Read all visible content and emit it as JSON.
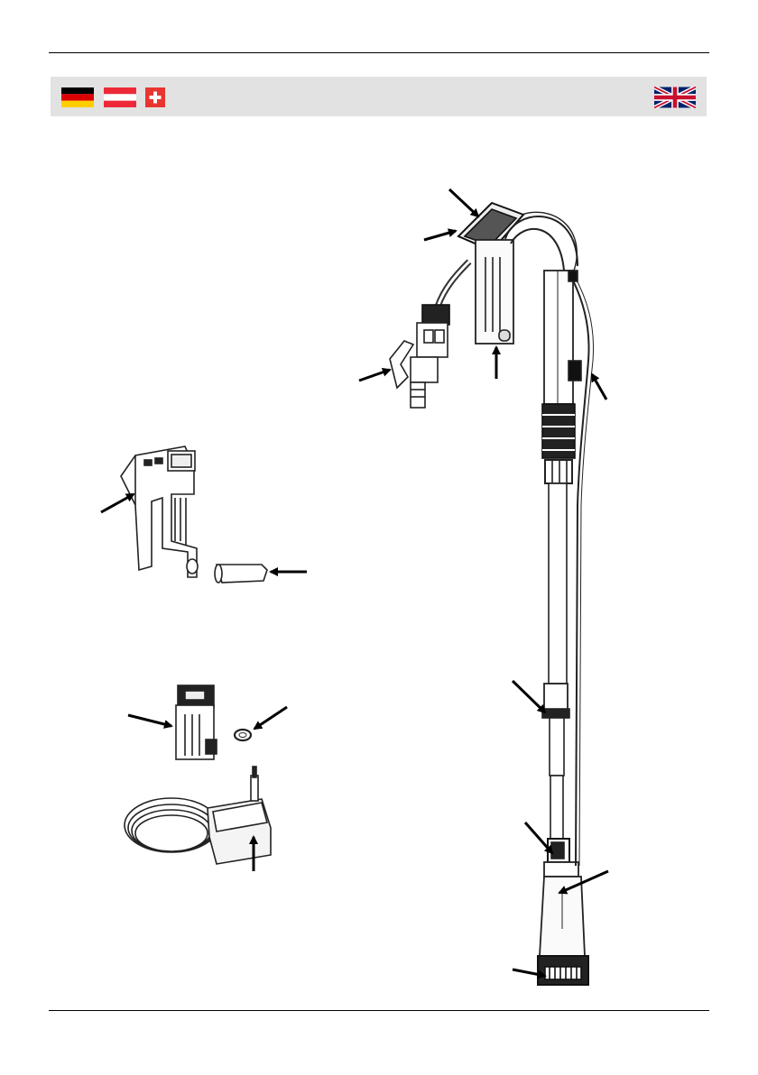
{
  "header": {
    "flags": [
      {
        "icon": "germany-flag-icon",
        "colors": [
          "#000000",
          "#dd0000",
          "#ffce00"
        ]
      },
      {
        "icon": "austria-flag-icon",
        "colors": [
          "#ed2939",
          "#ffffff",
          "#ed2939"
        ]
      },
      {
        "icon": "switzerland-flag-icon",
        "colors": [
          "#e8352f",
          "#ffffff"
        ]
      },
      {
        "icon": "united-kingdom-flag-icon",
        "colors": [
          "#012169",
          "#ffffff",
          "#c8102e"
        ]
      }
    ],
    "band_color": "#e2e2e2"
  },
  "illustrations": [
    {
      "name": "pump-assembly",
      "icon": "submersible-pump-with-telescopic-pipe-icon"
    },
    {
      "name": "holder-and-pin",
      "icon": "wall-holder-icon"
    },
    {
      "name": "battery-and-seal",
      "icon": "battery-pack-icon"
    },
    {
      "name": "charger",
      "icon": "charger-plug-icon"
    }
  ]
}
